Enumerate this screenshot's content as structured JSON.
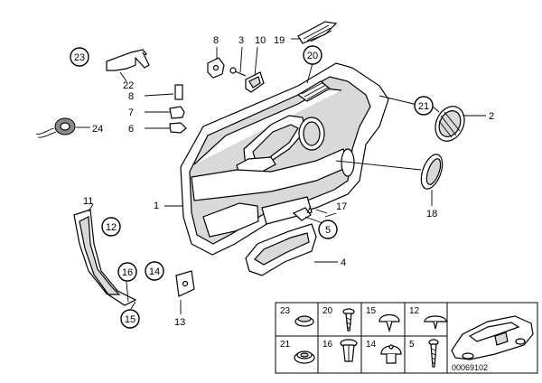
{
  "callouts": {
    "c1": "1",
    "c2": "2",
    "c3": "3",
    "c4": "4",
    "c5": "5",
    "c6": "6",
    "c7": "7",
    "c8a": "8",
    "c8b": "8",
    "c10": "10",
    "c11": "11",
    "c12": "12",
    "c13": "13",
    "c14": "14",
    "c15": "15",
    "c16": "16",
    "c17": "17",
    "c18": "18",
    "c19": "19",
    "c20": "20",
    "c21": "21",
    "c22": "22",
    "c23": "23",
    "c24": "24"
  },
  "legend_grid": {
    "row1": [
      "23",
      "20",
      "15",
      "12"
    ],
    "row2": [
      "21",
      "16",
      "14",
      "5"
    ]
  },
  "diagram_code": "00069102"
}
